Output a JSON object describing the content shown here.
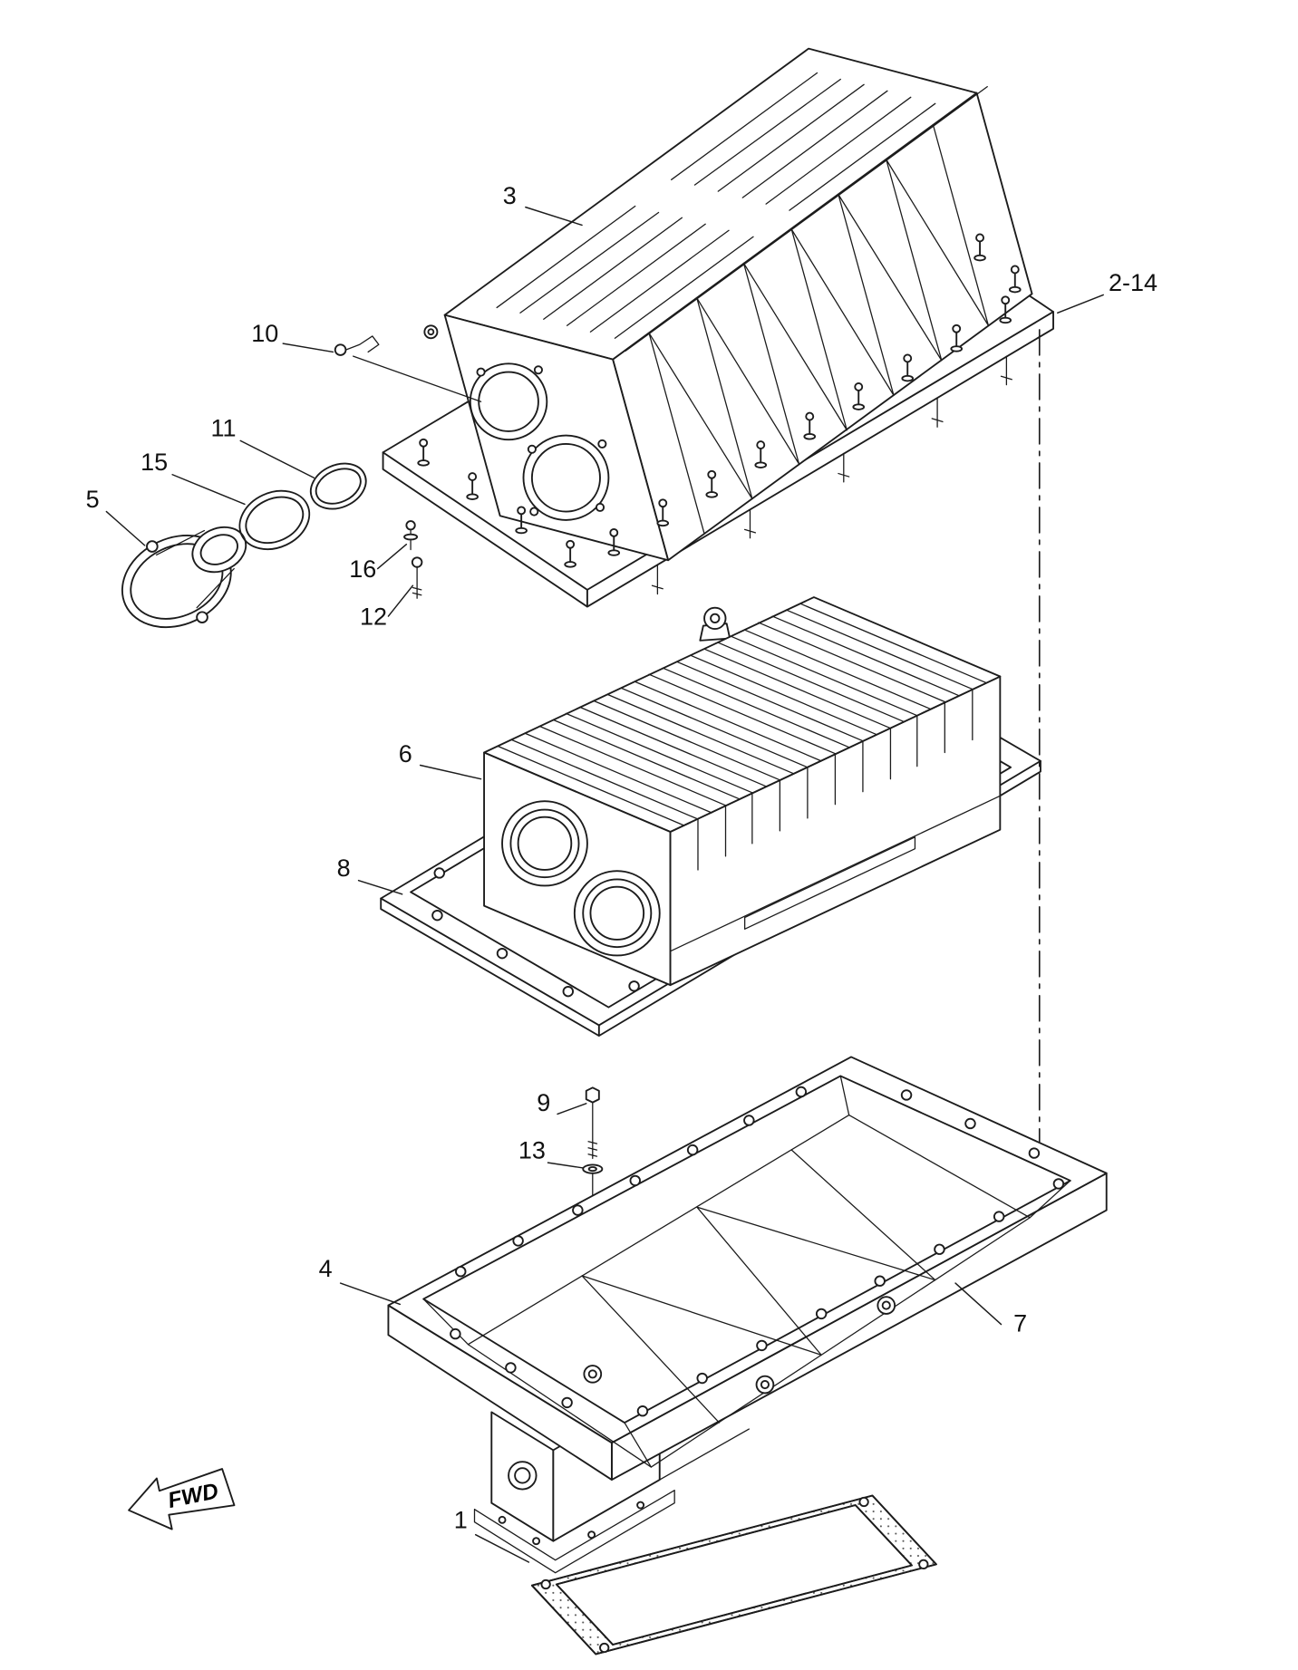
{
  "figure": {
    "type": "exploded-parts-diagram",
    "background_color": "#ffffff",
    "line_color": "#1c1c1c"
  },
  "callouts": [
    {
      "part": "3"
    },
    {
      "part": "2-14"
    },
    {
      "part": "10"
    },
    {
      "part": "11"
    },
    {
      "part": "15"
    },
    {
      "part": "5"
    },
    {
      "part": "16"
    },
    {
      "part": "12"
    },
    {
      "part": "6"
    },
    {
      "part": "8"
    },
    {
      "part": "9"
    },
    {
      "part": "13"
    },
    {
      "part": "4"
    },
    {
      "part": "7"
    },
    {
      "part": "1"
    }
  ],
  "direction_marker": {
    "label": "FWD"
  }
}
